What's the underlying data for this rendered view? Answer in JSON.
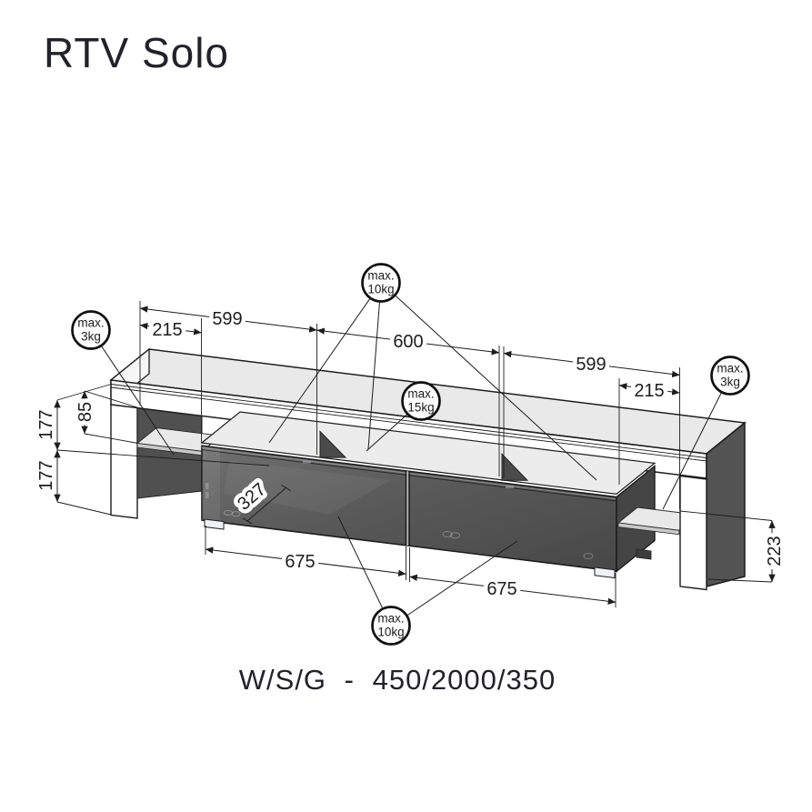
{
  "title": "RTV Solo",
  "footer": {
    "label": "W/S/G - 450/2000/350"
  },
  "badges": {
    "left": {
      "line1": "max.",
      "line2": "3kg"
    },
    "top": {
      "line1": "max.",
      "line2": "10kg"
    },
    "center": {
      "line1": "max.",
      "line2": "15kg"
    },
    "right": {
      "line1": "max.",
      "line2": "3kg"
    },
    "bottom": {
      "line1": "max.",
      "line2": "10kg"
    }
  },
  "dims": {
    "top_599_left": "599",
    "top_215_left": "215",
    "top_600": "600",
    "top_599_right": "599",
    "top_215_right": "215",
    "left_85": "85",
    "left_177_upper": "177",
    "left_177_lower": "177",
    "right_223": "223",
    "bottom_675_left": "675",
    "bottom_675_right": "675",
    "depth_327": "327"
  },
  "colors": {
    "line": "#1d1d1d",
    "top_face": "#e9e9e9",
    "shelf": "#e9e9e9",
    "front_dark": "#585858",
    "side_dark": "#454545",
    "end_panel": "#535353",
    "divider": "#4a4a4a",
    "interior": "#505050",
    "foot_light": "#eef2f7"
  }
}
